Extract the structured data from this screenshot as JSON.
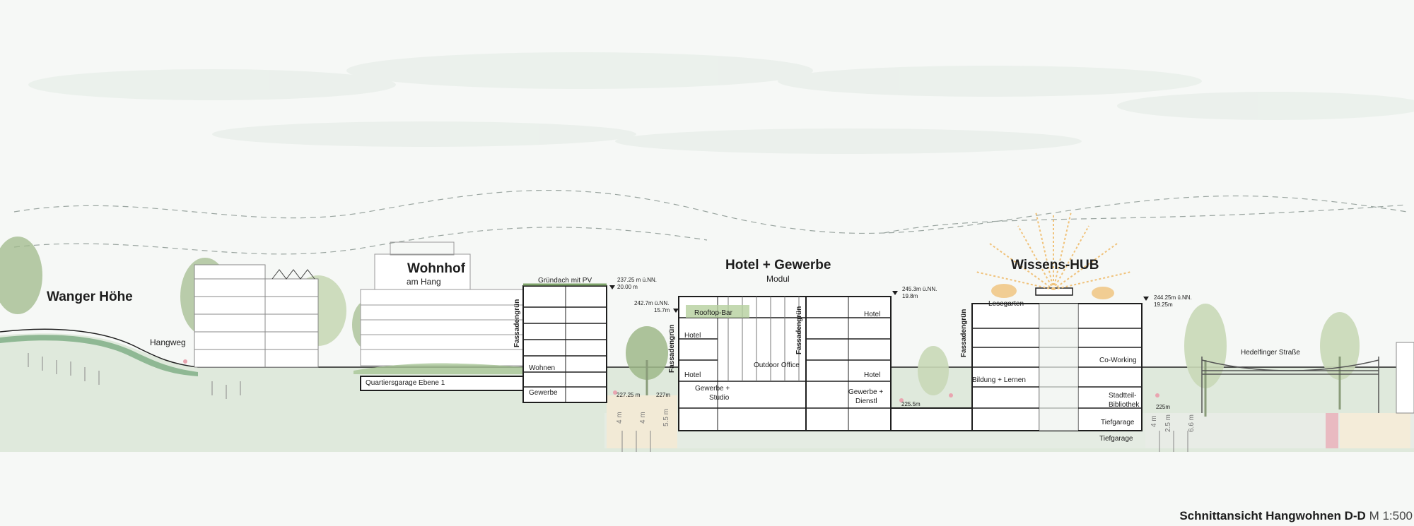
{
  "title": {
    "main": "Schnittansicht Hangwohnen D-D",
    "scale": "M 1:500"
  },
  "areas": {
    "wanger_hoehe": "Wanger Höhe",
    "hangweg": "Hangweg",
    "wohnhof": "Wohnhof",
    "wohnhof_sub": "am Hang",
    "hotel_gewerbe": "Hotel + Gewerbe",
    "modul": "Modul",
    "wissens_hub": "Wissens-HUB",
    "hedelfinger": "Hedelfinger Straße"
  },
  "labels": {
    "quartiersgarage": "Quartiersgarage Ebene 1",
    "gruendach": "Gründach mit PV",
    "wohnen": "Wohnen",
    "gewerbe": "Gewerbe",
    "rooftop_bar": "Rooftop-Bar",
    "hotel": "Hotel",
    "gewerbe_studio_1": "Gewerbe +",
    "gewerbe_studio_2": "Studio",
    "outdoor_office": "Outdoor Office",
    "gewerbe_dienstl_1": "Gewerbe +",
    "gewerbe_dienstl_2": "Dienstl",
    "lesegarten": "Lesegarten",
    "co_working": "Co-Working",
    "bildung": "Bildung + Lernen",
    "bibliothek_1": "Stadtteil-",
    "bibliothek_2": "Bibliothek",
    "tiefgarage": "Tiefgarage",
    "fassadengruen": "Fassadengrün"
  },
  "elevations": {
    "e1_a": "237.25 m ü.NN.",
    "e1_b": "20.00 m",
    "e2_a": "242.7m ü.NN.",
    "e2_b": "15.7m",
    "e3_a": "245.3m ü.NN.",
    "e3_b": "19.8m",
    "e4_a": "244.25m ü.NN.",
    "e4_b": "19.25m",
    "g1": "227.25 m",
    "g2": "227m",
    "g3": "225.5m",
    "g4": "225m"
  },
  "dimensions": {
    "d1": "4 m",
    "d2": "4 m",
    "d3": "5.5 m",
    "d4": "4 m",
    "d5": "2.5 m",
    "d6": "6.6 m"
  },
  "colors": {
    "ground": "#dfe9dc",
    "tree": "#9fb98a",
    "tree_light": "#c9d8b7",
    "building_line": "#1e1e1e",
    "accent_pink": "#e9a5b0",
    "accent_sun": "#f0c27a",
    "road_fill": "#e8ece6"
  }
}
